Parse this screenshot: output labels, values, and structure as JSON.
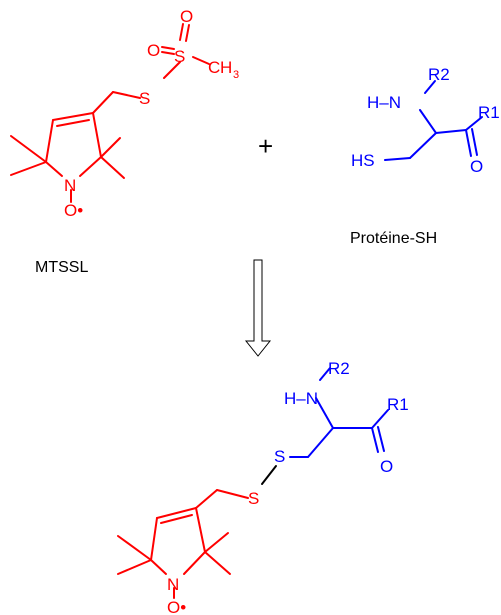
{
  "colors": {
    "reagent": "#ff0000",
    "protein": "#0000ff",
    "text": "#000000"
  },
  "reagent": {
    "name": "MTSSL",
    "atoms": {
      "O": "O",
      "S": "S",
      "C": "C",
      "H": "H",
      "H3": "3",
      "N": "N",
      "radical": "O•"
    }
  },
  "protein": {
    "name": "Protéine-SH",
    "atoms": {
      "HN": "H–N",
      "R2": "R2",
      "R1": "R1",
      "HS": "HS",
      "O": "O"
    }
  },
  "operator": "+",
  "product": {
    "atoms": {
      "HN": "H–N",
      "R2": "R2",
      "R1": "R1",
      "S": "S",
      "O": "O",
      "N": "N",
      "radical": "O•"
    }
  }
}
